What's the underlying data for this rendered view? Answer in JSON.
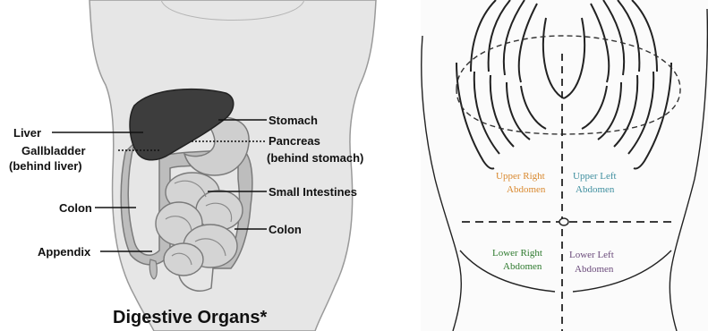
{
  "left": {
    "title": "Digestive Organs*",
    "labels": {
      "liver": "Liver",
      "gallbladder": "Gallbladder",
      "gallbladder_note": "(behind liver)",
      "colon_left": "Colon",
      "appendix": "Appendix",
      "stomach": "Stomach",
      "pancreas": "Pancreas",
      "pancreas_note": "(behind stomach)",
      "small_intestines": "Small Intestines",
      "colon_right": "Colon"
    }
  },
  "right": {
    "quadrants": {
      "upper_right": {
        "line1": "Upper Right",
        "line2": "Abdomen",
        "color": "#d9892f"
      },
      "upper_left": {
        "line1": "Upper Left",
        "line2": "Abdomen",
        "color": "#3f8f9f"
      },
      "lower_right": {
        "line1": "Lower Right",
        "line2": "Abdomen",
        "color": "#2e7a2e"
      },
      "lower_left": {
        "line1": "Lower Left",
        "line2": "Abdomen",
        "color": "#6a4a7a"
      }
    }
  }
}
